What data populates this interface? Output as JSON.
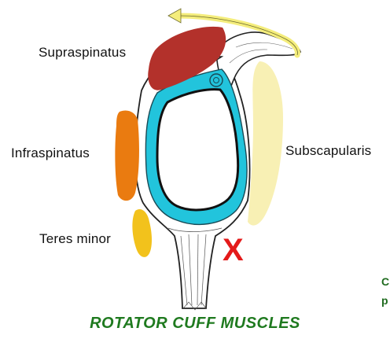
{
  "labels": {
    "supraspinatus": "Supraspinatus",
    "infraspinatus": "Infraspinatus",
    "subscapularis": "Subscapularis",
    "teres_minor": "Teres minor"
  },
  "title": "ROTATOR CUFF MUSCLES",
  "marker": "X",
  "edge_fragments": [
    "C",
    "p"
  ],
  "colors": {
    "supraspinatus": "#b3312b",
    "infraspinatus": "#ea7b10",
    "subscapularis": "#f8f0b4",
    "teres_minor": "#f2c21c",
    "labrum": "#22c4dc",
    "arrow": "#f4ed7c",
    "marker": "#e41a1a",
    "title": "#1f7a1f"
  }
}
